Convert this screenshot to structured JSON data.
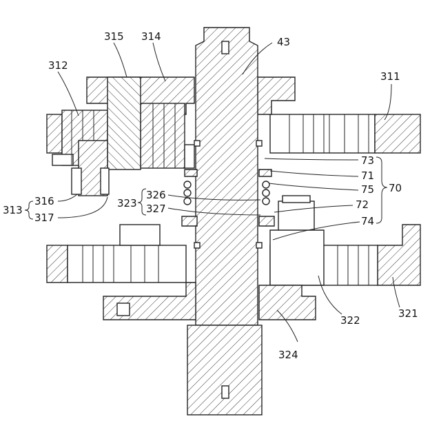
{
  "labels": {
    "l315": "315",
    "l314": "314",
    "l43": "43",
    "l312": "312",
    "l311": "311",
    "l73": "73",
    "l71": "71",
    "l75": "75",
    "l70": "70",
    "l72": "72",
    "l74": "74",
    "l326": "326",
    "l327": "327",
    "l323": "323",
    "l316": "316",
    "l317": "317",
    "l313": "313",
    "l322": "322",
    "l321": "321",
    "l324": "324"
  }
}
